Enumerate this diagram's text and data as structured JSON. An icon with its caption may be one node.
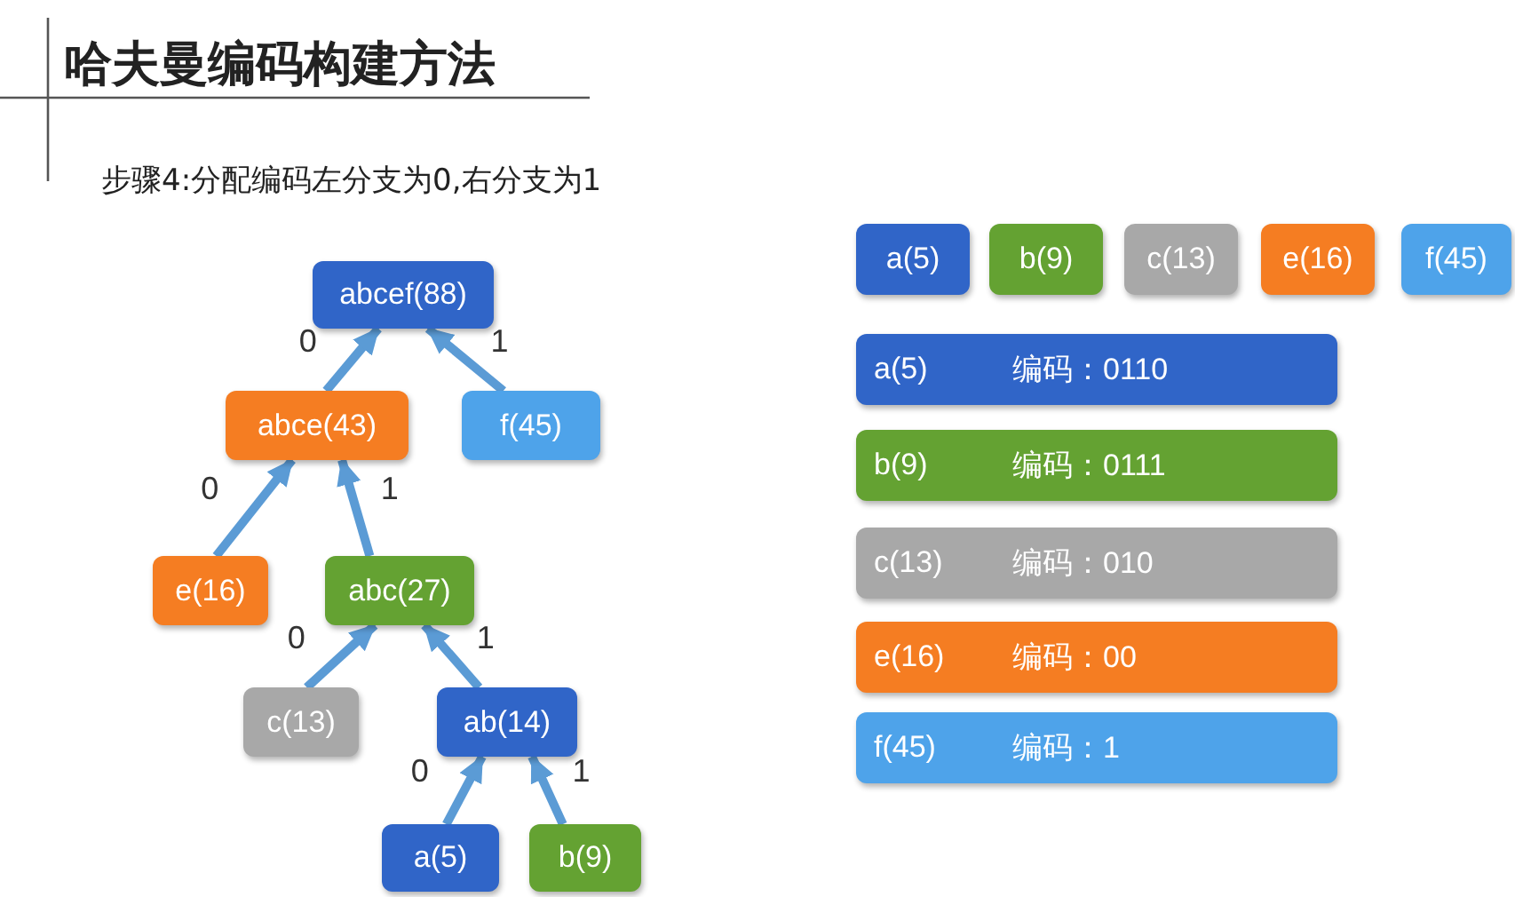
{
  "diagram": {
    "title": "哈夫曼编码构建方法",
    "nodes": [
      {
        "text": [
          "abcef(88)"
        ]
      },
      {
        "text": [
          "abce(43)"
        ]
      },
      {
        "text": [
          "f(45)"
        ]
      },
      {
        "text": [
          "e(16)"
        ]
      },
      {
        "text": [
          "abc(27)"
        ]
      },
      {
        "text": [
          "c(13)"
        ]
      },
      {
        "text": [
          "ab(14)"
        ]
      },
      {
        "text": [
          "a(5)"
        ]
      },
      {
        "text": [
          "b(9)"
        ]
      },
      {
        "text": [
          "a(5)"
        ]
      },
      {
        "text": [
          "b(9)"
        ]
      },
      {
        "text": [
          "c(13)"
        ]
      },
      {
        "text": [
          "e(16)"
        ]
      },
      {
        "text": [
          "f(45)"
        ]
      },
      {
        "text": [
          "a(5)",
          "编码：0110"
        ]
      },
      {
        "text": [
          "b(9)",
          "编码：0111"
        ]
      },
      {
        "text": [
          "c(13)",
          "编码：010"
        ]
      },
      {
        "text": [
          "e(16)",
          "编码：00"
        ]
      },
      {
        "text": [
          "f(45)",
          "编码：1"
        ]
      }
    ],
    "edges": [
      {
        "from": 1,
        "to": 0,
        "arrow": "to",
        "label": "0"
      },
      {
        "from": 2,
        "to": 0,
        "arrow": "to",
        "label": "1"
      },
      {
        "from": 3,
        "to": 1,
        "arrow": "to",
        "label": "0"
      },
      {
        "from": 4,
        "to": 1,
        "arrow": "to",
        "label": "1"
      },
      {
        "from": 5,
        "to": 4,
        "arrow": "to",
        "label": "0"
      },
      {
        "from": 6,
        "to": 4,
        "arrow": "to",
        "label": "1"
      },
      {
        "from": 7,
        "to": 6,
        "arrow": "to",
        "label": "0"
      },
      {
        "from": 8,
        "to": 6,
        "arrow": "to",
        "label": "1"
      }
    ],
    "labels": [
      "步骤4:分配编码左分支为0,右分支为1"
    ]
  }
}
